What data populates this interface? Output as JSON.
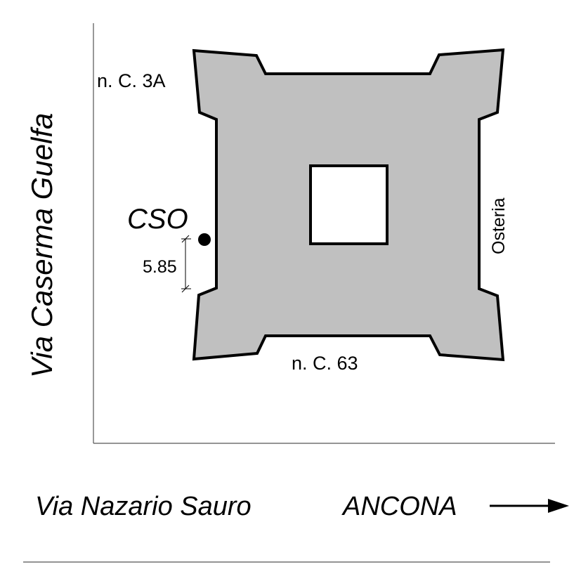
{
  "streets": {
    "left": "Via Caserma Guelfa",
    "bottom": "Via Nazario Sauro",
    "direction": "ANCONA"
  },
  "labels": {
    "north_building": "n. C. 3A",
    "south_building": "n. C. 63",
    "east_building": "Osteria",
    "station": "CSO",
    "distance": "5.85"
  },
  "colors": {
    "building_fill": "#c0c0c0",
    "stroke": "#000000",
    "background": "#ffffff"
  }
}
